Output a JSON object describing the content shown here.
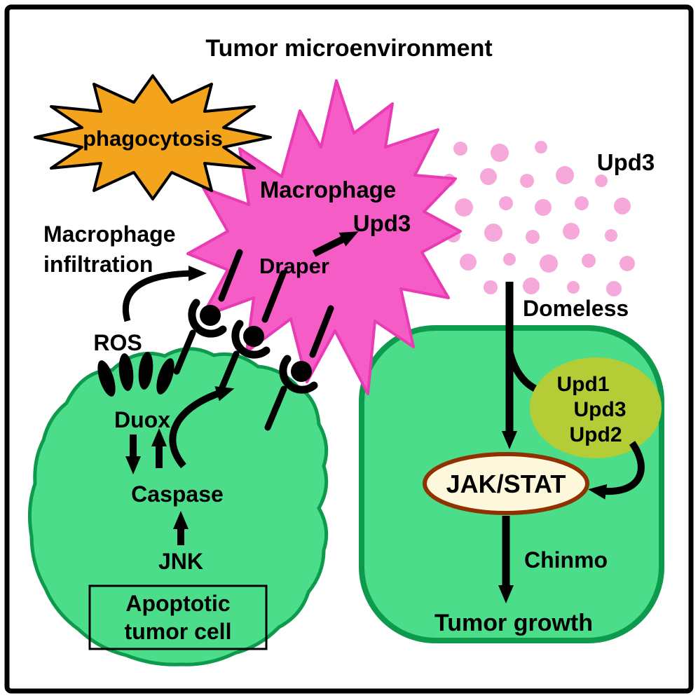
{
  "title": "Tumor microenvironment",
  "colors": {
    "starburst": "#F4A41C",
    "macrophage_fill": "#F55CC5",
    "macrophage_border": "#E93BB4",
    "dot_fill": "#F6A8DB",
    "cell_fill": "#4BDD89",
    "cell_border": "#0D9A4C",
    "upd_blob": "#B4CC35",
    "jak_fill": "#FDF7DC",
    "jak_border": "#8F3100",
    "jak_text": "#D42000"
  },
  "labels": {
    "phagocytosis": "phagocytosis",
    "macrophage": "Macrophage",
    "macrophage_upd3": "Upd3",
    "draper": "Draper",
    "secreted_upd3": "Upd3",
    "infiltration_line1": "Macrophage",
    "infiltration_line2": "infiltration",
    "ros": "ROS",
    "duox": "Duox",
    "caspase": "Caspase",
    "jnk": "JNK",
    "box_line1": "Apoptotic",
    "box_line2": "tumor cell",
    "domeless": "Domeless",
    "upd1": "Upd1",
    "upd3": "Upd3",
    "upd2": "Upd2",
    "jak_stat": "JAK/STAT",
    "chinmo": "Chinmo",
    "tumor_growth": "Tumor growth"
  }
}
